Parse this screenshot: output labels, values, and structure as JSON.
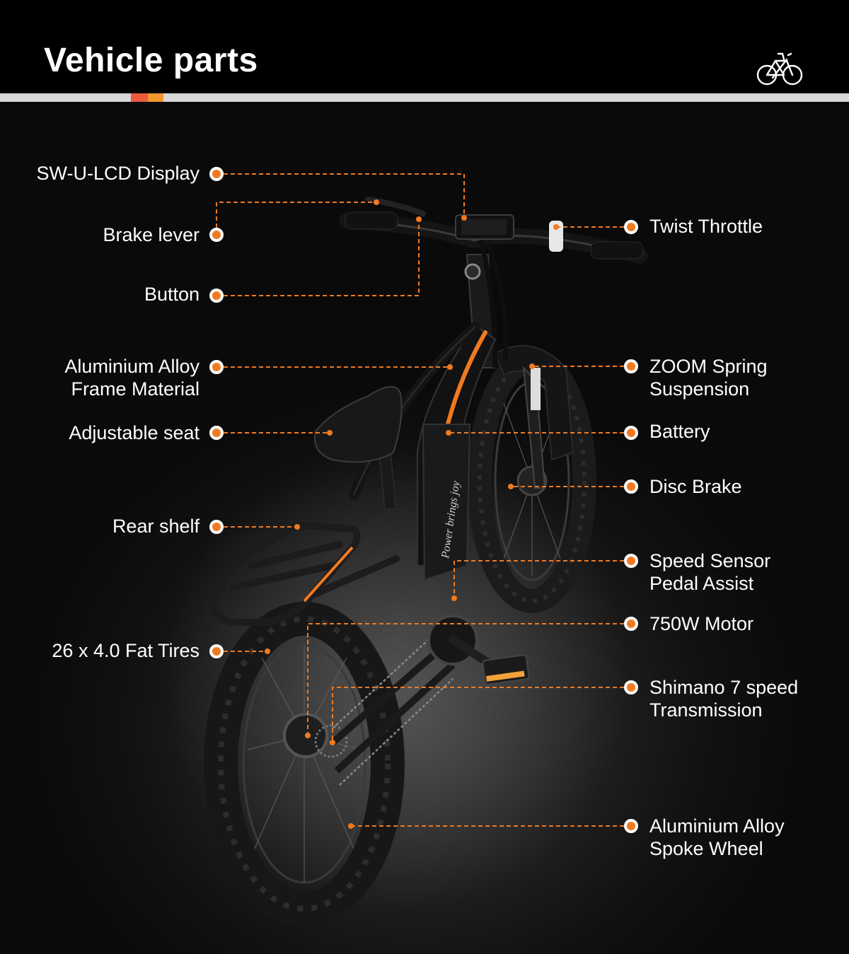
{
  "header": {
    "title": "Vehicle parts",
    "logo": "bicycle-line-icon"
  },
  "colors": {
    "accent_orange": "#f07a1f",
    "accent_red": "#ee5a3c",
    "rule": "#d8d8d8",
    "background": "#111111"
  },
  "labels": {
    "lcd_display": "SW-U-LCD Display",
    "brake_lever": "Brake lever",
    "button": "Button",
    "frame": "Aluminium Alloy\nFrame Material",
    "seat": "Adjustable seat",
    "rear_shelf": "Rear shelf",
    "fat_tires": "26 x 4.0 Fat Tires",
    "twist_throttle": "Twist Throttle",
    "suspension": "ZOOM Spring\nSuspension",
    "battery": "Battery",
    "disc_brake": "Disc Brake",
    "speed_sensor": "Speed Sensor\nPedal Assist",
    "motor": "750W Motor",
    "transmission": "Shimano 7 speed\nTransmission",
    "spoke_wheel": "Aluminium Alloy\nSpoke Wheel"
  },
  "bike_text": {
    "down_tube_slogan": "Power brings joy"
  }
}
